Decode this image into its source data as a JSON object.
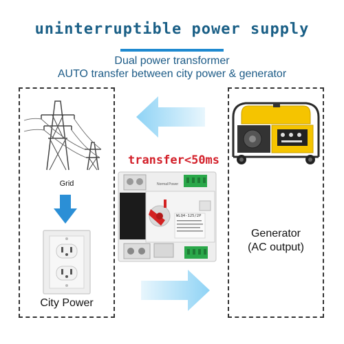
{
  "header": {
    "title": "uninterruptible power supply",
    "subtitle_line1": "Dual power transformer",
    "subtitle_line2": "AUTO transfer between city power & generator"
  },
  "left_panel": {
    "grid_label": "Grid",
    "city_power_label": "City Power"
  },
  "right_panel": {
    "generator_label_line1": "Generator",
    "generator_label_line2": "(AC output)"
  },
  "center": {
    "transfer_label": "transfer<50ms",
    "device_model": "WLQ4-125/2P",
    "device_top_left_label": "Normal",
    "device_top_right_label": "Power"
  },
  "colors": {
    "title": "#1a5f86",
    "accent_blue": "#1f8ad0",
    "arrow_light": "#8fd3f5",
    "transfer_red": "#d3202a",
    "generator_yellow": "#f5c400",
    "outlet_gray": "#e8e8e8"
  },
  "icons": {
    "grid": "power-tower-icon",
    "arrow_down": "arrow-down-icon",
    "outlet": "wall-outlet-icon",
    "generator": "generator-icon",
    "switch": "transfer-switch-icon",
    "arrow_left": "arrow-left-icon",
    "arrow_right": "arrow-right-icon"
  }
}
